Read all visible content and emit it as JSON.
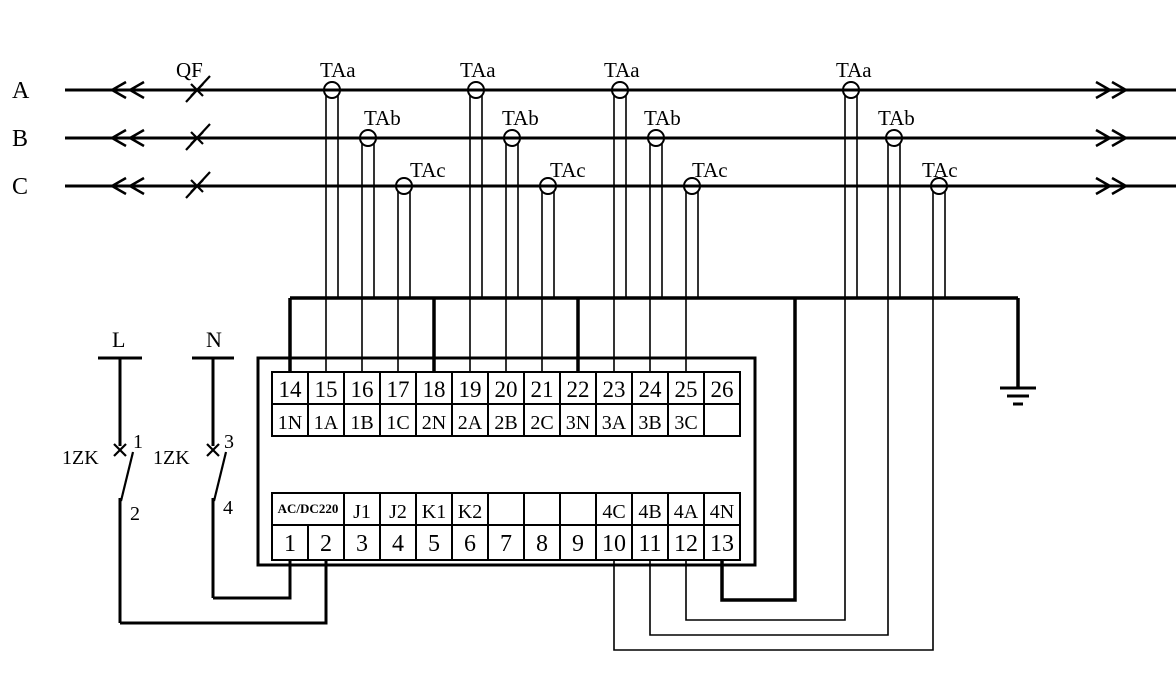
{
  "colors": {
    "ink": "#000000",
    "background": "#ffffff"
  },
  "labels": {
    "phase_a": "A",
    "phase_b": "B",
    "phase_c": "C",
    "breaker": "QF",
    "live": "L",
    "neutral": "N",
    "switch_l": "1ZK",
    "switch_n": "1ZK",
    "contact_1": "1",
    "contact_2": "2",
    "contact_3": "3",
    "contact_4": "4"
  },
  "ct_labels": [
    "TAa",
    "TAb",
    "TAc",
    "TAa",
    "TAb",
    "TAc",
    "TAa",
    "TAb",
    "TAc",
    "TAa",
    "TAb",
    "TAc"
  ],
  "terminal_block": {
    "top_numbers": [
      "14",
      "15",
      "16",
      "17",
      "18",
      "19",
      "20",
      "21",
      "22",
      "23",
      "24",
      "25",
      "26"
    ],
    "top_labels": [
      "1N",
      "1A",
      "1B",
      "1C",
      "2N",
      "2A",
      "2B",
      "2C",
      "3N",
      "3A",
      "3B",
      "3C",
      ""
    ],
    "bottom_labels": [
      "AC/DC220",
      "J1",
      "J2",
      "K1",
      "K2",
      "",
      "",
      "",
      "4C",
      "4B",
      "4A",
      "4N"
    ],
    "bottom_numbers": [
      "1",
      "2",
      "3",
      "4",
      "5",
      "6",
      "7",
      "8",
      "9",
      "10",
      "11",
      "12",
      "13"
    ]
  }
}
